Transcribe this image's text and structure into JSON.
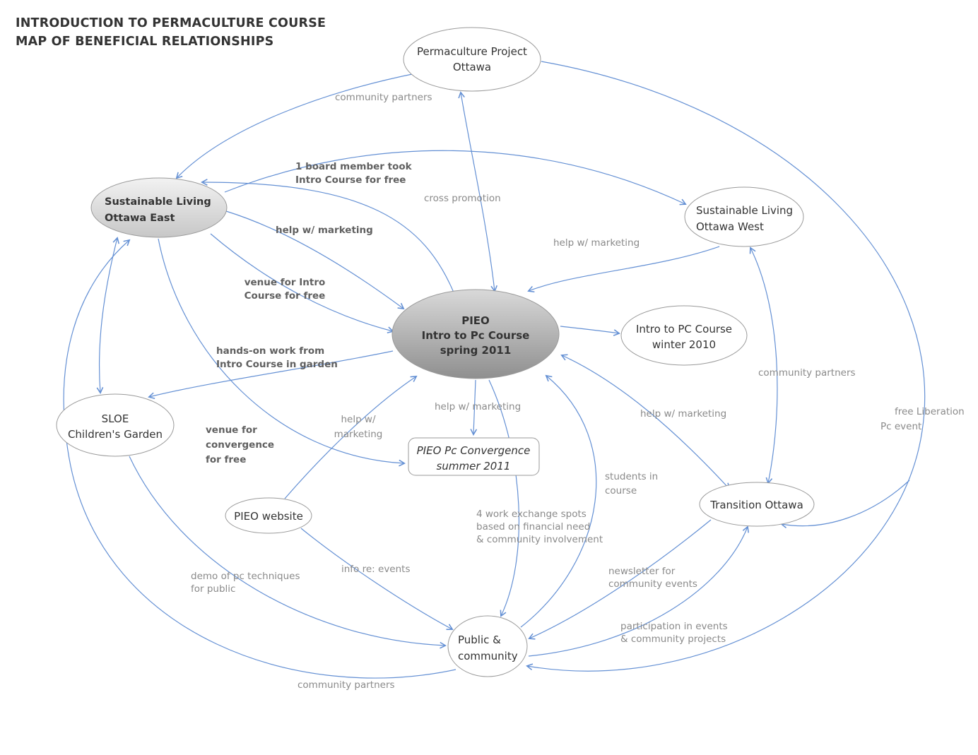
{
  "title": {
    "line1": "INTRODUCTION TO PERMACULTURE COURSE",
    "line2": "MAP OF BENEFICIAL RELATIONSHIPS"
  },
  "diagram": {
    "colors": {
      "edge": "#6490d4",
      "label": "#8a8a8a",
      "label_bold": "#606060",
      "node_border": "#9a9a9a",
      "node_text": "#333333",
      "node_fill_plain": "#ffffff",
      "node_fill_light_top": "#f2f2f2",
      "node_fill_light_bottom": "#c7c7c7",
      "node_fill_dark_top": "#d9d9d9",
      "node_fill_dark_bottom": "#8f8f8f"
    },
    "nodes": [
      {
        "id": "permaculture-project-ottawa",
        "lines": [
          "Permaculture Project",
          "Ottawa"
        ]
      },
      {
        "id": "sustainable-living-ottawa-east",
        "lines": [
          "Sustainable Living",
          "Ottawa East"
        ],
        "bold": true
      },
      {
        "id": "sustainable-living-ottawa-west",
        "lines": [
          "Sustainable Living",
          "Ottawa West"
        ]
      },
      {
        "id": "pieo-intro-course",
        "lines": [
          "PIEO",
          "Intro to Pc Course",
          "spring 2011"
        ],
        "bold": true
      },
      {
        "id": "intro-pc-course-winter",
        "lines": [
          "Intro to PC Course",
          "winter 2010"
        ]
      },
      {
        "id": "sloe-childrens-garden",
        "lines": [
          "SLOE",
          "Children's Garden"
        ]
      },
      {
        "id": "pieo-pc-convergence",
        "lines": [
          "PIEO Pc Convergence",
          "summer 2011"
        ],
        "italic": true
      },
      {
        "id": "pieo-website",
        "lines": [
          "PIEO website"
        ]
      },
      {
        "id": "transition-ottawa",
        "lines": [
          "Transition Ottawa"
        ]
      },
      {
        "id": "public-community",
        "lines": [
          "Public &",
          "community"
        ]
      }
    ],
    "edge_labels": [
      {
        "id": "community-partners-top",
        "lines": [
          "community partners"
        ]
      },
      {
        "id": "board-member",
        "lines": [
          "1 board member took",
          "Intro Course for free"
        ],
        "bold": true
      },
      {
        "id": "cross-promotion",
        "lines": [
          "cross promotion"
        ]
      },
      {
        "id": "help-marketing-sloe-east",
        "lines": [
          "help w/ marketing"
        ],
        "bold": true
      },
      {
        "id": "help-marketing-west",
        "lines": [
          "help w/ marketing"
        ]
      },
      {
        "id": "venue-intro-course",
        "lines": [
          "venue for Intro",
          "Course for free"
        ],
        "bold": true
      },
      {
        "id": "hands-on-work",
        "lines": [
          "hands-on work from",
          "Intro Course in garden"
        ],
        "bold": true
      },
      {
        "id": "help-marketing-convergence",
        "lines": [
          "help w/ marketing"
        ]
      },
      {
        "id": "help-marketing-transition",
        "lines": [
          "help w/ marketing"
        ]
      },
      {
        "id": "community-partners-right",
        "lines": [
          "community partners"
        ]
      },
      {
        "id": "free-liberation",
        "lines": [
          "free Liberation",
          "Pc event"
        ]
      },
      {
        "id": "venue-convergence",
        "lines": [
          "venue for",
          "convergence",
          "for free"
        ],
        "bold": true
      },
      {
        "id": "help-marketing-website",
        "lines": [
          "help w/",
          "marketing"
        ]
      },
      {
        "id": "students-in-course",
        "lines": [
          "students in",
          "course"
        ]
      },
      {
        "id": "work-exchange",
        "lines": [
          "4 work exchange spots",
          "based on financial need",
          "& community involvement"
        ]
      },
      {
        "id": "info-events",
        "lines": [
          "info re: events"
        ]
      },
      {
        "id": "demo-pc",
        "lines": [
          "demo of pc techniques",
          "for public"
        ]
      },
      {
        "id": "newsletter",
        "lines": [
          "newsletter for",
          "community events"
        ]
      },
      {
        "id": "participation",
        "lines": [
          "participation in events",
          "& community projects"
        ]
      },
      {
        "id": "community-partners-bottom",
        "lines": [
          "community partners"
        ]
      }
    ]
  }
}
